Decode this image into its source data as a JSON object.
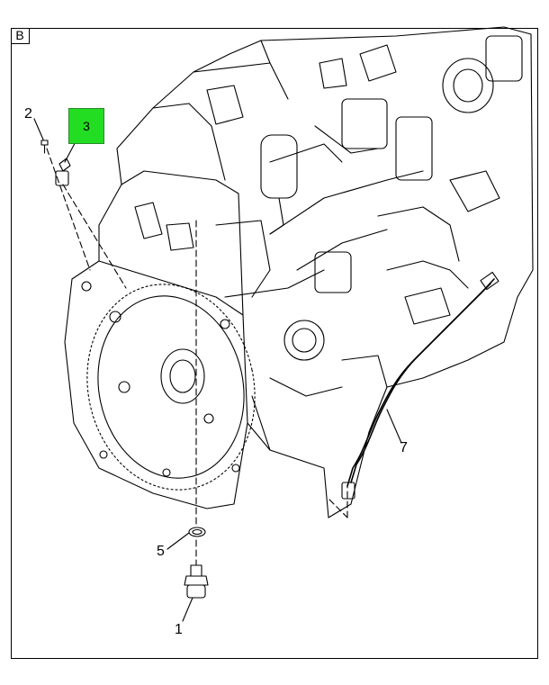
{
  "view_letter": "B",
  "highlight_color": "#22dd22",
  "callouts": {
    "c1": "1",
    "c2": "2",
    "c3": "3",
    "c5": "5",
    "c7": "7"
  },
  "icons": [
    "engine-assembly-drawing",
    "speed-sensor-part",
    "o-ring-seal",
    "bolt",
    "wire-harness"
  ]
}
